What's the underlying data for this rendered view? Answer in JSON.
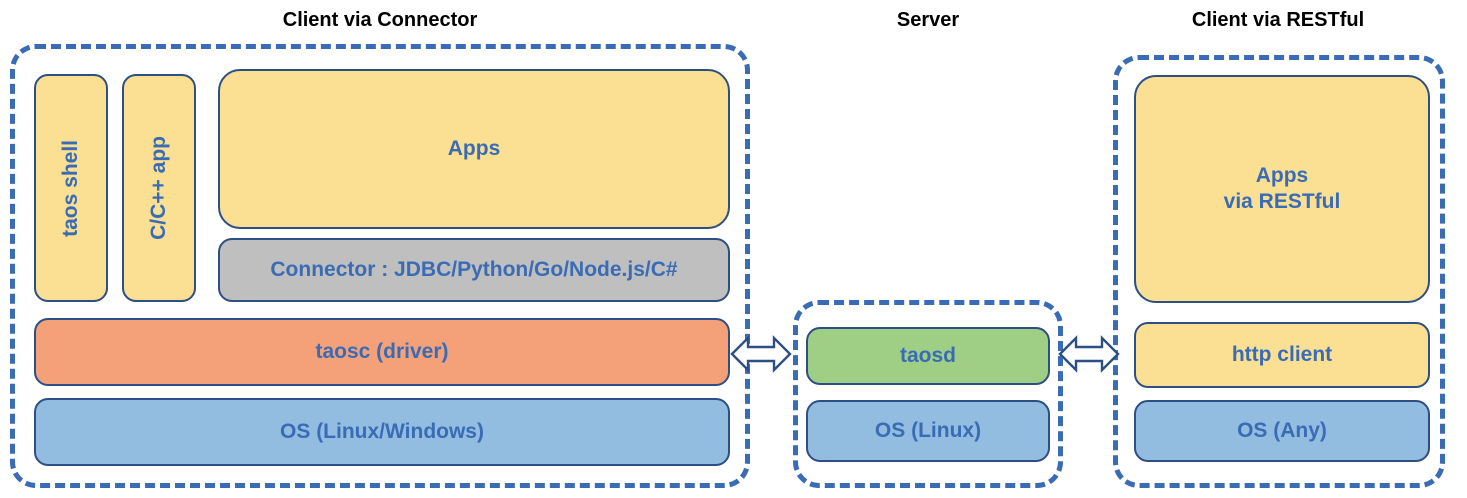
{
  "titles": {
    "connector": "Client via Connector",
    "server": "Server",
    "restful": "Client via RESTful"
  },
  "colors": {
    "yellow": "#FBDF93",
    "orange": "#F4A079",
    "blue": "#93BCE1",
    "green": "#9ECF85",
    "gray": "#BFBFBF",
    "accent_blue": "#3A6CB5",
    "border_navy": "#2D4F84",
    "title_black": "#000000"
  },
  "client_connector": {
    "taos_shell": "taos shell",
    "cpp_app": "C/C++ app",
    "apps": "Apps",
    "connector": "Connector : JDBC/Python/Go/Node.js/C#",
    "taosc": "taosc (driver)",
    "os": "OS (Linux/Windows)"
  },
  "server": {
    "taosd": "taosd",
    "os": "OS (Linux)"
  },
  "client_restful": {
    "apps_line1": "Apps",
    "apps_line2": "via RESTful",
    "http_client": "http client",
    "os": "OS (Any)"
  },
  "arrows": {
    "left_label": "bidirectional-arrow",
    "right_label": "bidirectional-arrow"
  }
}
